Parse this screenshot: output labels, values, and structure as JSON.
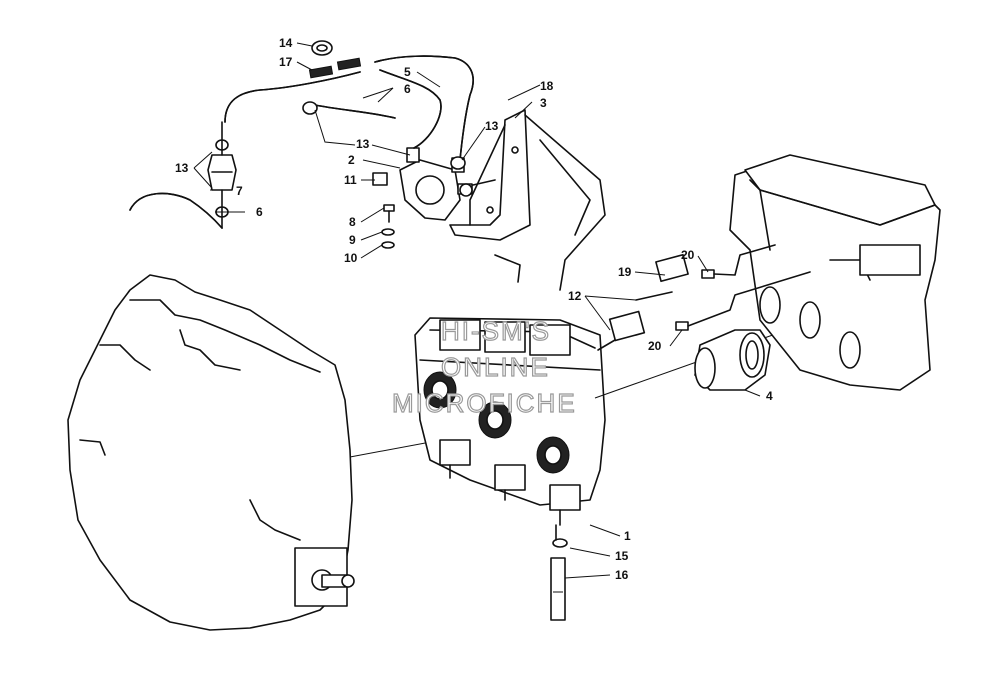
{
  "watermark": {
    "line1": "HI-SM'S",
    "line2": "ONLINE",
    "line3": "MICROFICHE"
  },
  "callouts": {
    "c1": "1",
    "c2": "2",
    "c3": "3",
    "c4": "4",
    "c5": "5",
    "c6a": "6",
    "c6b": "6",
    "c7": "7",
    "c8": "8",
    "c9": "9",
    "c10": "10",
    "c11": "11",
    "c12": "12",
    "c13a": "13",
    "c13b": "13",
    "c13c": "13",
    "c14": "14",
    "c15": "15",
    "c16": "16",
    "c17": "17",
    "c18": "18",
    "c20a": "20",
    "c20b": "20",
    "c19": "19"
  }
}
